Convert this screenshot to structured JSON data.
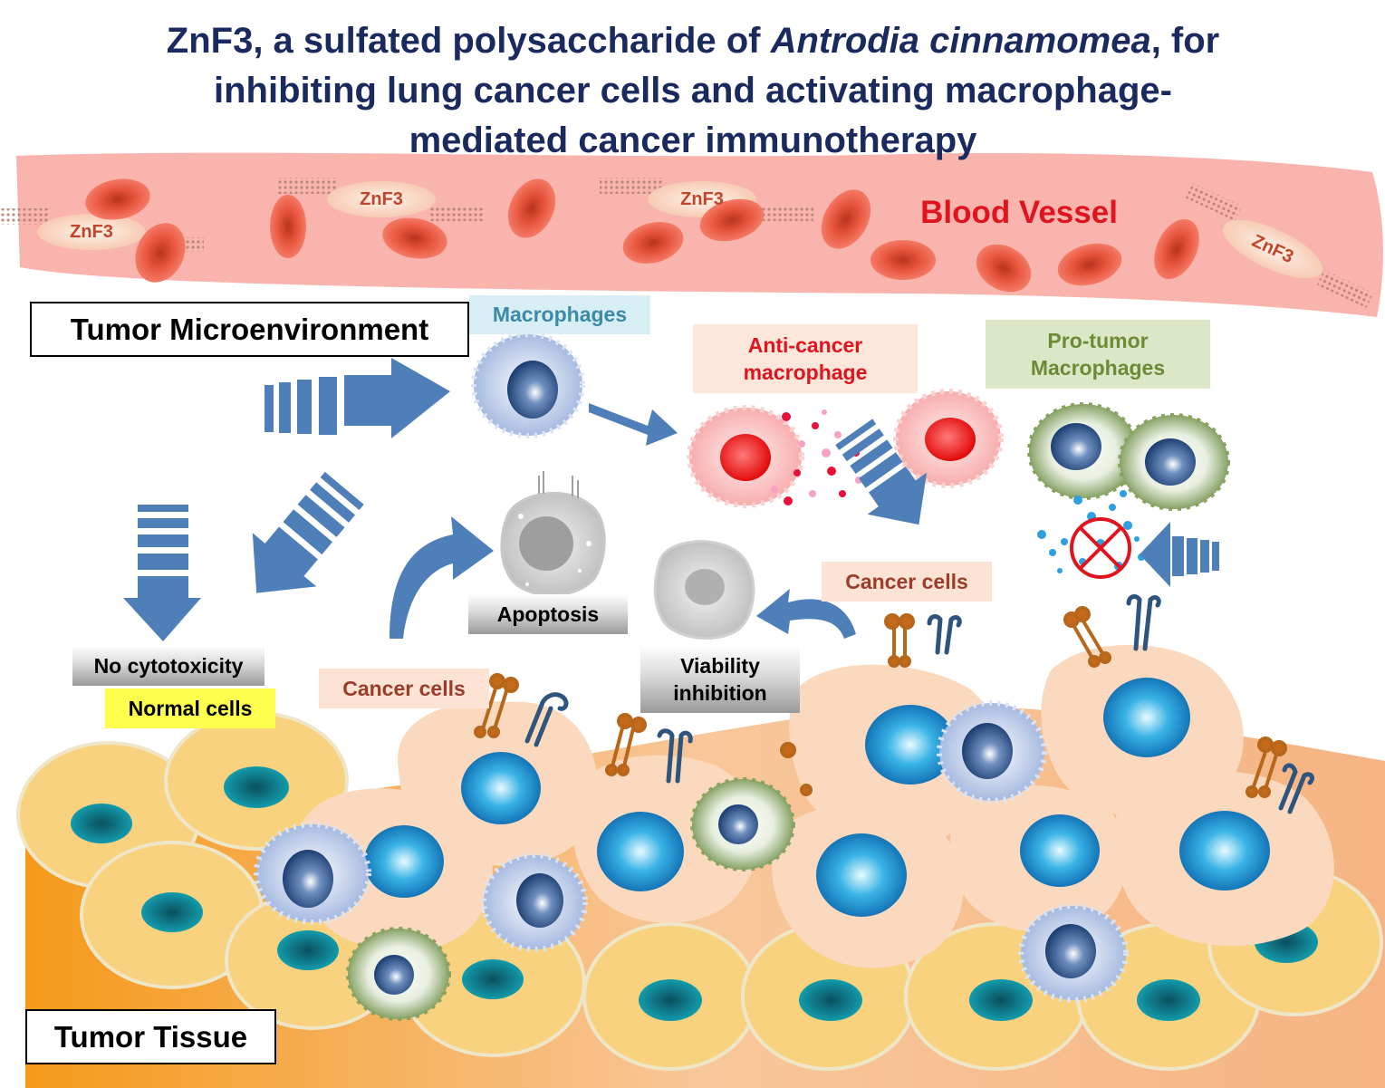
{
  "title": {
    "line1_pre": "ZnF3, a sulfated polysaccharide of ",
    "line1_italic": "Antrodia cinnamomea",
    "line1_post": ", for",
    "line2": "inhibiting lung cancer cells and activating macrophage-",
    "line3": "mediated cancer immunotherapy"
  },
  "blood_vessel": {
    "label": "Blood Vessel",
    "znf3_labels": [
      "ZnF3",
      "ZnF3",
      "ZnF3",
      "ZnF3"
    ]
  },
  "labels": {
    "tumor_microenvironment": "Tumor Microenvironment",
    "tumor_tissue": "Tumor Tissue",
    "macrophages": "Macrophages",
    "anti_cancer_line1": "Anti-cancer",
    "anti_cancer_line2": "macrophage",
    "pro_tumor_line1": "Pro-tumor",
    "pro_tumor_line2": "Macrophages",
    "apoptosis": "Apoptosis",
    "viability_line1": "Viability",
    "viability_line2": "inhibition",
    "cancer_cells_right": "Cancer cells",
    "cancer_cells_left": "Cancer cells",
    "no_cytotoxicity": "No cytotoxicity",
    "normal_cells": "Normal cells"
  },
  "colors": {
    "title": "#1b2a5e",
    "vessel": "#f8b4ad",
    "blood_vessel_label": "#e0141e",
    "arrow": "#4f7fb9",
    "anti_cancer_text": "#e0141e",
    "pro_tumor_text": "#6d8a37",
    "macrophages_text": "#3c8aa8"
  }
}
